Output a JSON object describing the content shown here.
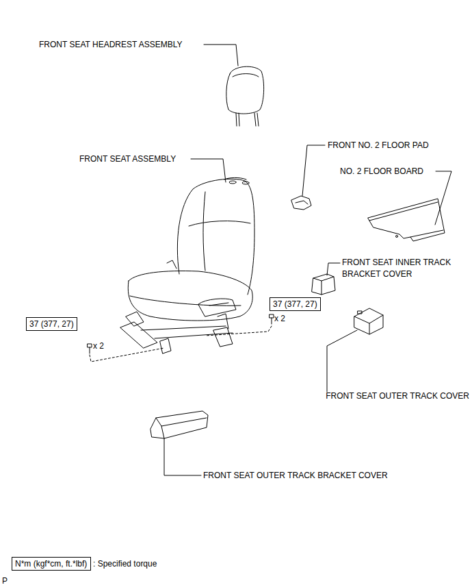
{
  "diagram": {
    "nodes": [
      {
        "text": [
          "37 (377, 27)"
        ]
      },
      {
        "text": [
          "37 (377, 27)"
        ]
      },
      {
        "text": [
          "N*m (kgf*cm, ft.*lbf)"
        ]
      }
    ],
    "labels": [
      "FRONT SEAT HEADREST ASSEMBLY",
      "FRONT NO. 2 FLOOR PAD",
      "FRONT SEAT ASSEMBLY",
      "NO. 2 FLOOR BOARD",
      "FRONT SEAT INNER TRACK BRACKET COVER",
      "x 2",
      "x 2",
      "FRONT SEAT OUTER TRACK COVER",
      "FRONT SEAT OUTER TRACK BRACKET COVER",
      ": Specified torque",
      "P"
    ]
  }
}
